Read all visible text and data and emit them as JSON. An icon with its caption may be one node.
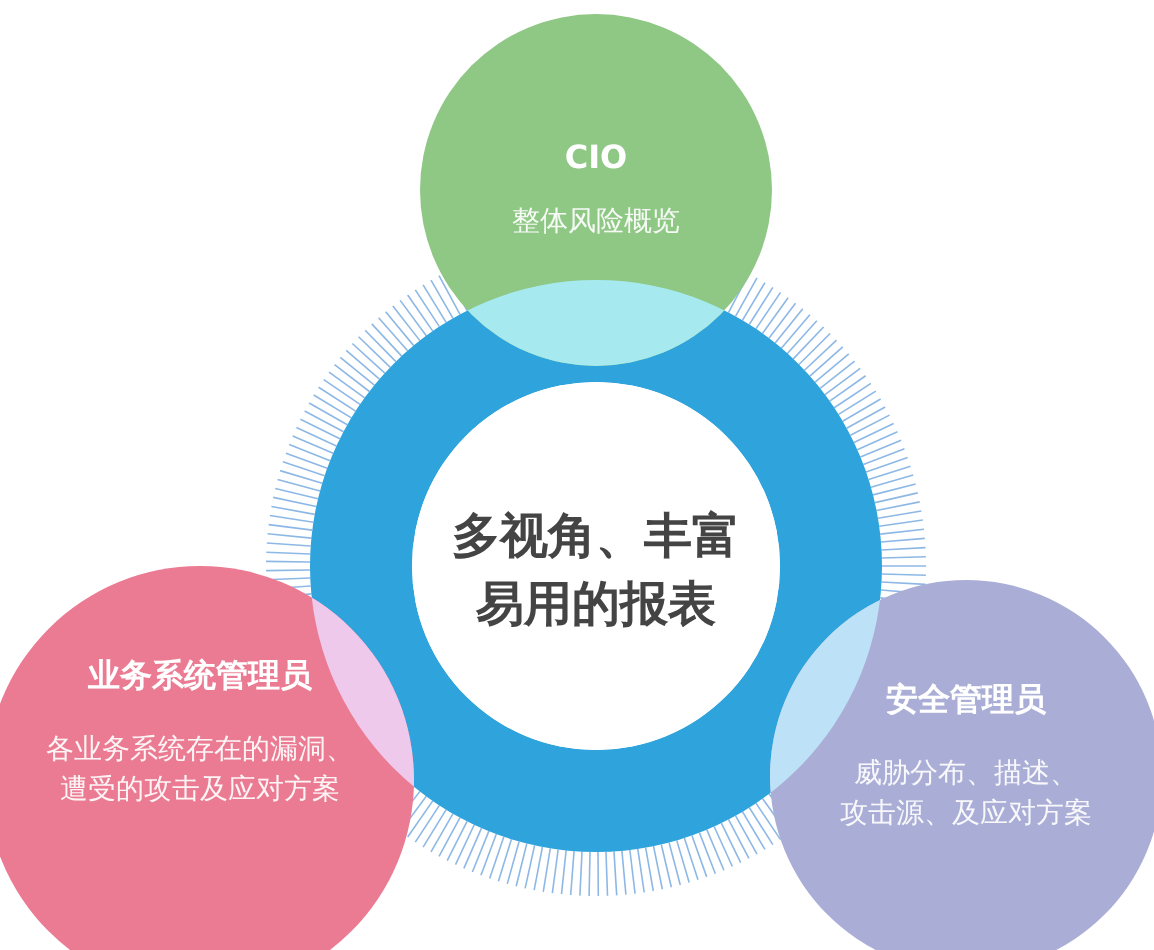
{
  "diagram": {
    "nodes": [
      {
        "text": [
          "CIO",
          "整体风险概览"
        ]
      },
      {
        "text": [
          "多视角、丰富易用的报表"
        ]
      },
      {
        "text": [
          "业务系统管理员",
          "各业务系统存在的漏洞、遭受的攻击及应对方案"
        ]
      },
      {
        "text": [
          "安全管理员",
          "威胁分布、描述、攻击源、及应对方案"
        ]
      }
    ]
  }
}
